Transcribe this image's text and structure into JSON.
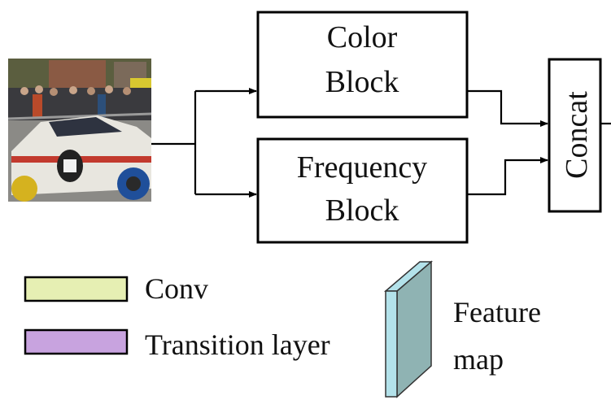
{
  "blocks": {
    "color": {
      "line1": "Color",
      "line2": "Block"
    },
    "frequency": {
      "line1": "Frequency",
      "line2": "Block"
    },
    "concat": "Concat"
  },
  "legend": {
    "conv": {
      "label": "Conv",
      "color": "#e6efb3"
    },
    "transition": {
      "label": "Transition layer",
      "color": "#c8a3df"
    },
    "feature_map": {
      "line1": "Feature",
      "line2": "map",
      "front_color": "#b3e2ea",
      "side_color": "#8fb3b3"
    }
  },
  "input_image": {
    "icon": "race-car-photo"
  }
}
